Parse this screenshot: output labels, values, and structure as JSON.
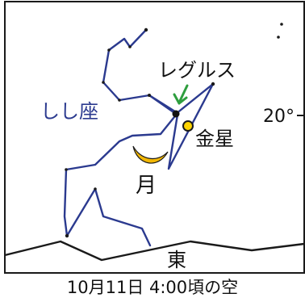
{
  "chart": {
    "constellation_label": "しし座",
    "star_label": "レグルス",
    "planet_label": "金星",
    "moon_label": "月",
    "altitude_label": "20°",
    "direction_label": "東",
    "caption": "10月11日 4:00頃の空"
  },
  "colors": {
    "constellation_line": "#2b3a8f",
    "constellation_label": "#2b3a8f",
    "arrow": "#2e9e3e",
    "moon": "#f2b705",
    "venus": "#ffd400",
    "frame": "#1a1a1a",
    "text": "#111111"
  },
  "icons": {
    "moon": "crescent-moon-icon",
    "venus": "planet-dot-icon",
    "regulus": "star-dot-icon",
    "arrow": "arrow-down-icon"
  }
}
